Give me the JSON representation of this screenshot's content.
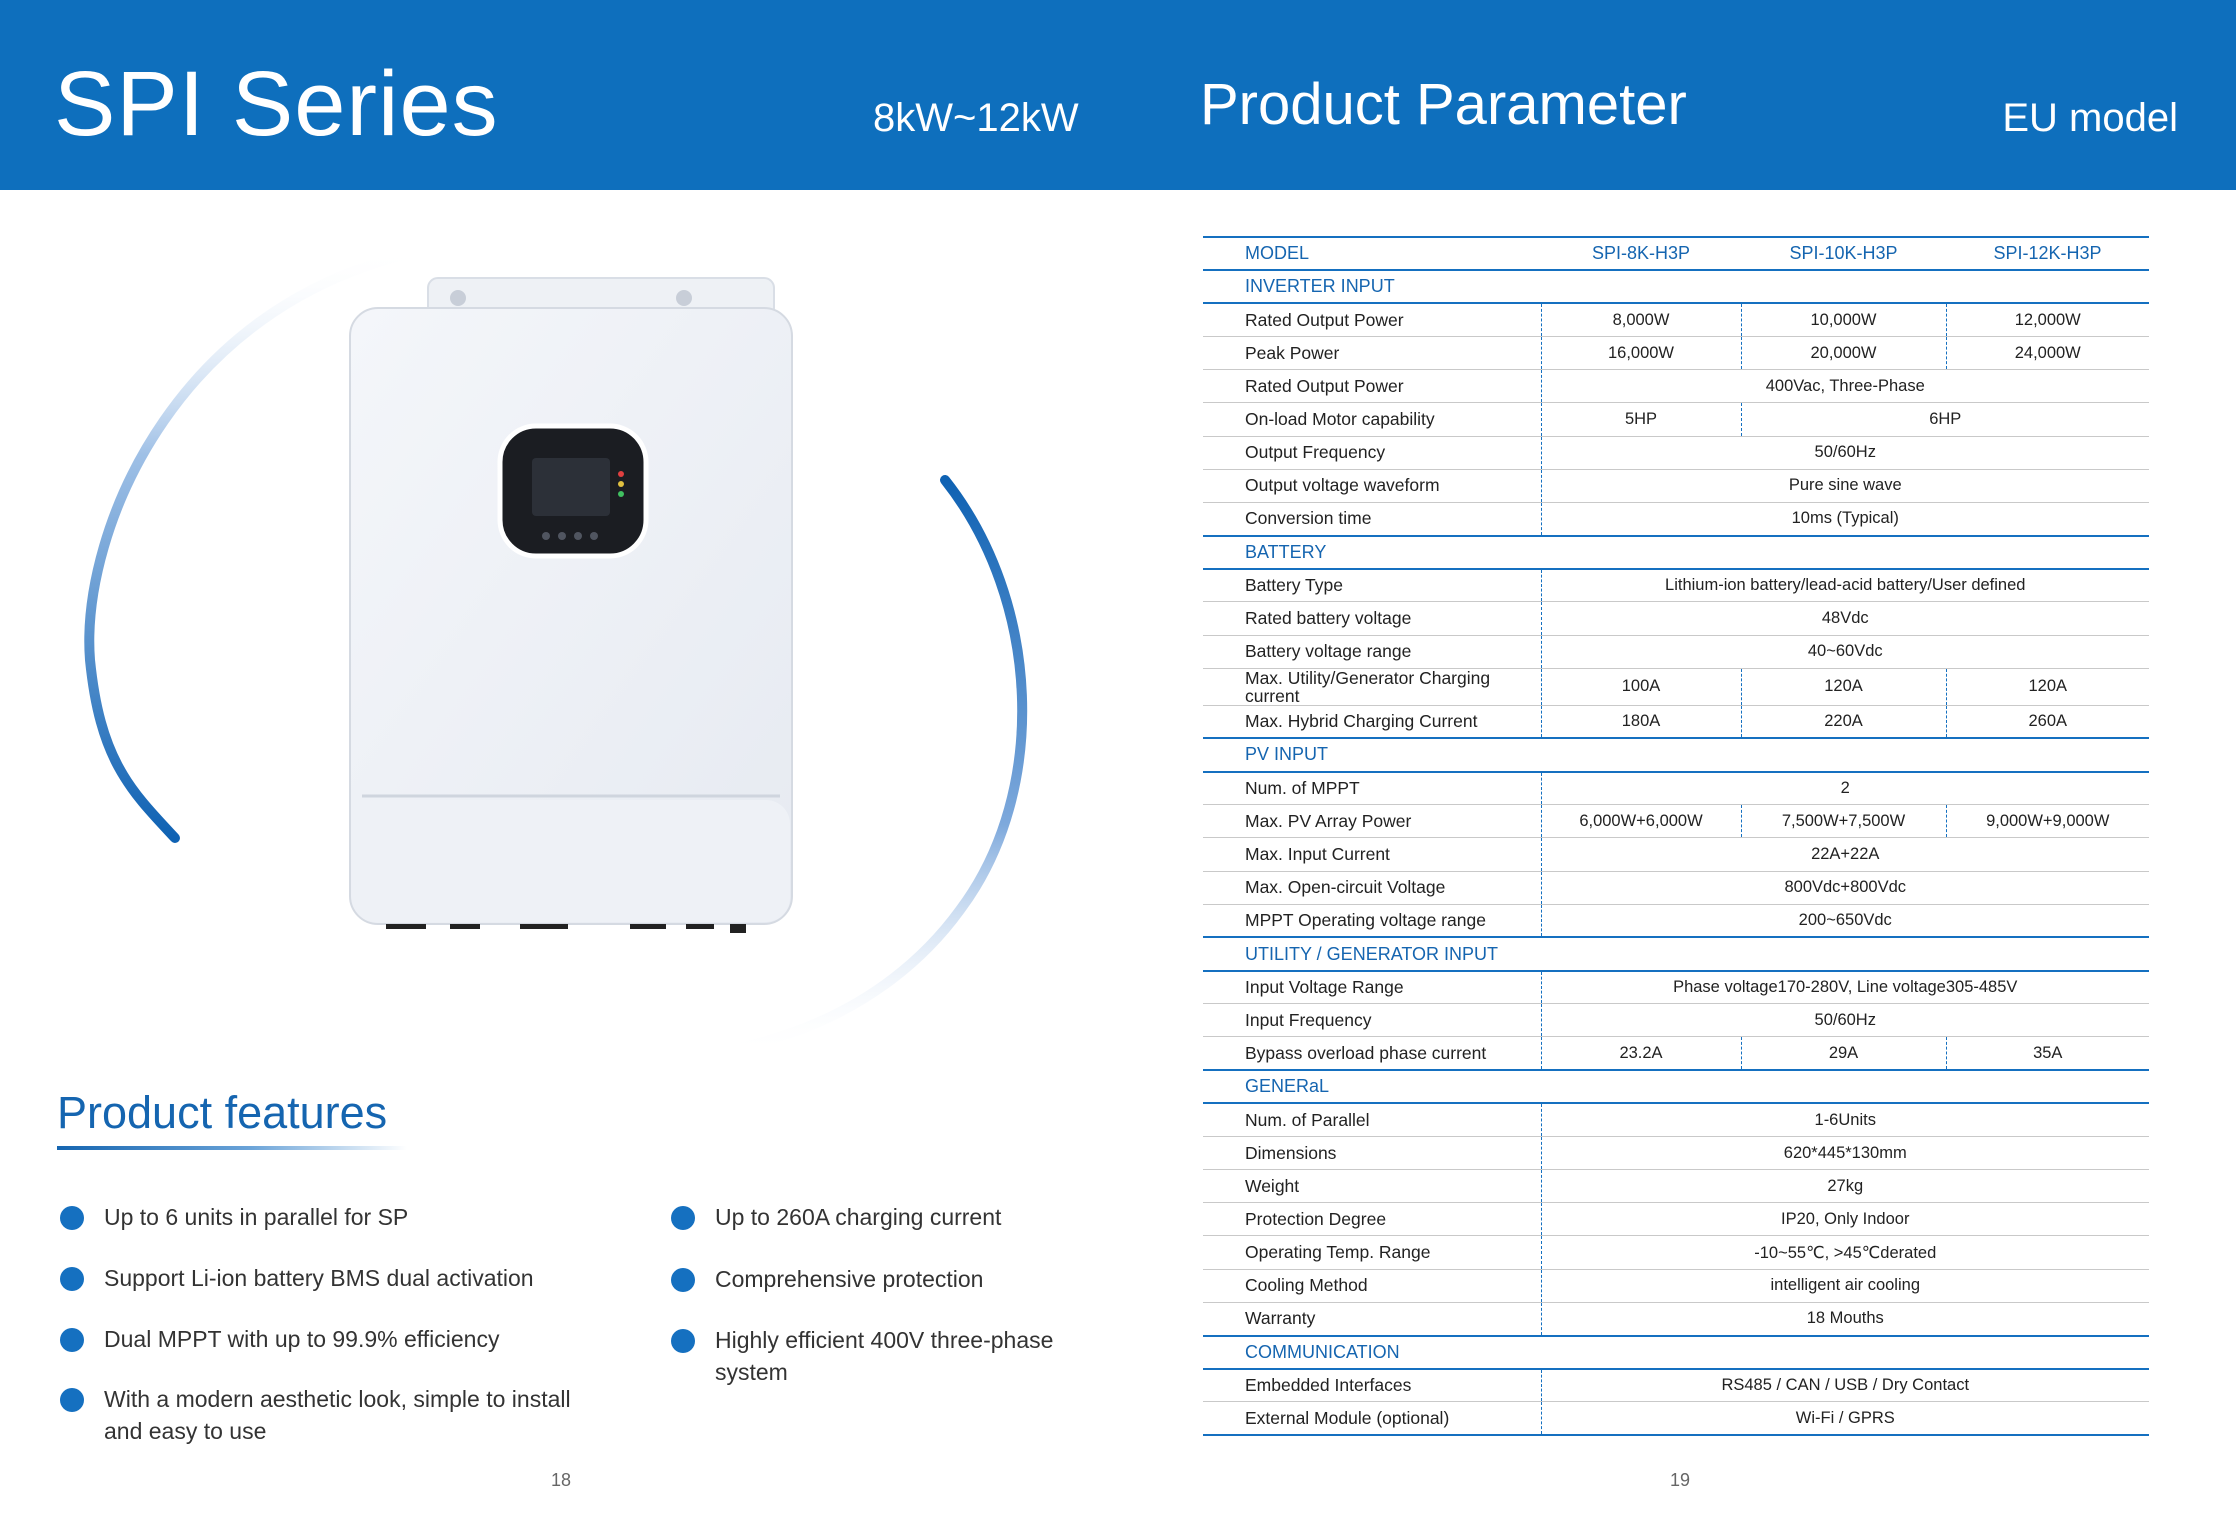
{
  "header": {
    "title": "SPI Series",
    "power_range": "8kW~12kW",
    "parameter_title": "Product Parameter",
    "model_region": "EU model"
  },
  "colors": {
    "brand_blue": "#0e6fbd",
    "accent_blue": "#1570c0"
  },
  "features": {
    "title": "Product features",
    "items": [
      "Up to 6 units in parallel for SP",
      "Support Li-ion battery BMS dual activation",
      "Dual MPPT with up to 99.9% efficiency",
      "With a modern aesthetic look, simple to install\nand easy to use",
      "Up to 260A charging current",
      "Comprehensive protection",
      "Highly efficient 400V three-phase\nsystem"
    ]
  },
  "page_numbers": {
    "left": "18",
    "right": "19"
  },
  "table": {
    "header": [
      "MODEL",
      "SPI-8K-H3P",
      "SPI-10K-H3P",
      "SPI-12K-H3P"
    ],
    "sections": [
      {
        "title": "INVERTER INPUT",
        "rows": [
          [
            "Rated Output Power",
            "8,000W",
            "10,000W",
            "12,000W"
          ],
          [
            "Peak Power",
            "16,000W",
            "20,000W",
            "24,000W"
          ],
          [
            "Rated Output Power",
            "400Vac, Three-Phase"
          ],
          [
            "On-load Motor capability",
            "5HP",
            "6HP"
          ],
          [
            "Output Frequency",
            "50/60Hz"
          ],
          [
            "Output voltage waveform",
            "Pure sine wave"
          ],
          [
            "Conversion time",
            "10ms (Typical)"
          ]
        ]
      },
      {
        "title": "BATTERY",
        "rows": [
          [
            "Battery Type",
            "Lithium-ion battery/lead-acid battery/User defined"
          ],
          [
            "Rated battery voltage",
            "48Vdc"
          ],
          [
            "Battery voltage range",
            "40~60Vdc"
          ],
          [
            "Max. Utility/Generator Charging current",
            "100A",
            "120A",
            "120A"
          ],
          [
            "Max. Hybrid Charging Current",
            "180A",
            "220A",
            "260A"
          ]
        ]
      },
      {
        "title": "PV INPUT",
        "rows": [
          [
            "Num. of MPPT",
            "2"
          ],
          [
            "Max. PV Array Power",
            "6,000W+6,000W",
            "7,500W+7,500W",
            "9,000W+9,000W"
          ],
          [
            "Max. Input Current",
            "22A+22A"
          ],
          [
            "Max. Open-circuit Voltage",
            "800Vdc+800Vdc"
          ],
          [
            "MPPT Operating voltage range",
            "200~650Vdc"
          ]
        ]
      },
      {
        "title": "UTILITY / GENERATOR INPUT",
        "rows": [
          [
            "Input Voltage Range",
            "Phase voltage170-280V, Line voltage305-485V"
          ],
          [
            "Input Frequency",
            "50/60Hz"
          ],
          [
            "Bypass overload phase current",
            "23.2A",
            "29A",
            "35A"
          ]
        ]
      },
      {
        "title": "GENERaL",
        "rows": [
          [
            "Num. of Parallel",
            "1-6Units"
          ],
          [
            "Dimensions",
            "620*445*130mm"
          ],
          [
            "Weight",
            "27kg"
          ],
          [
            "Protection Degree",
            "IP20, Only Indoor"
          ],
          [
            "Operating Temp. Range",
            "-10~55℃, >45℃derated"
          ],
          [
            "Cooling Method",
            "intelligent air cooling"
          ],
          [
            "Warranty",
            "18 Mouths"
          ]
        ]
      },
      {
        "title": "COMMUNICATION",
        "rows": [
          [
            "Embedded Interfaces",
            "RS485 / CAN / USB / Dry Contact"
          ],
          [
            "External Module (optional)",
            "Wi-Fi / GPRS"
          ]
        ]
      }
    ]
  }
}
